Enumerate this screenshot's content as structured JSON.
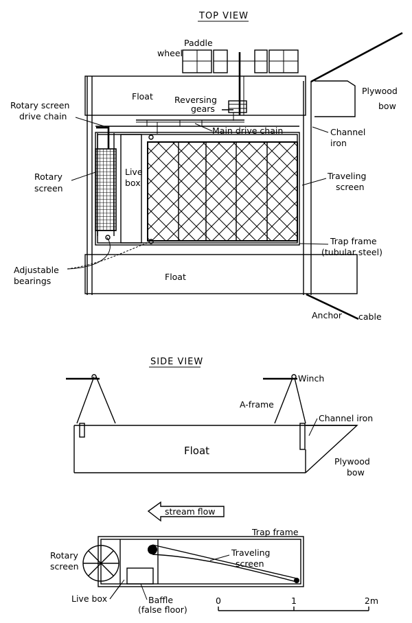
{
  "top_view": {
    "title": "TOP VIEW",
    "labels": {
      "paddle_wheel_1": "Paddle",
      "paddle_wheel_2": "wheel",
      "float_top": "Float",
      "reversing_gears_1": "Reversing",
      "reversing_gears_2": "gears",
      "plywood_bow_1": "Plywood",
      "plywood_bow_2": "bow",
      "rotary_drive_1": "Rotary screen",
      "rotary_drive_2": "drive chain",
      "main_drive_chain": "Main drive chain",
      "channel_iron_1": "Channel",
      "channel_iron_2": "iron",
      "rotary_screen_1": "Rotary",
      "rotary_screen_2": "screen",
      "live_box_1": "Live",
      "live_box_2": "box",
      "traveling_screen_1": "Traveling",
      "traveling_screen_2": "screen",
      "trap_frame_1": "Trap frame",
      "trap_frame_2": "(tubular steel)",
      "adjustable_bearings_1": "Adjustable",
      "adjustable_bearings_2": "bearings",
      "float_bottom": "Float",
      "anchor": "Anchor",
      "cable": "cable"
    }
  },
  "side_view": {
    "title": "SIDE VIEW",
    "labels": {
      "winch": "Winch",
      "a_frame": "A-frame",
      "channel_iron": "Channel iron",
      "float": "Float",
      "plywood_bow_1": "Plywood",
      "plywood_bow_2": "bow"
    }
  },
  "section_view": {
    "stream_flow": "stream flow",
    "trap_frame": "Trap frame",
    "rotary_screen_1": "Rotary",
    "rotary_screen_2": "screen",
    "traveling_screen_1": "Traveling",
    "traveling_screen_2": "screen",
    "live_box": "Live box",
    "baffle_1": "Baffle",
    "baffle_2": "(false floor)"
  },
  "scale_bar": {
    "ticks": [
      "0",
      "1",
      "2m"
    ]
  }
}
